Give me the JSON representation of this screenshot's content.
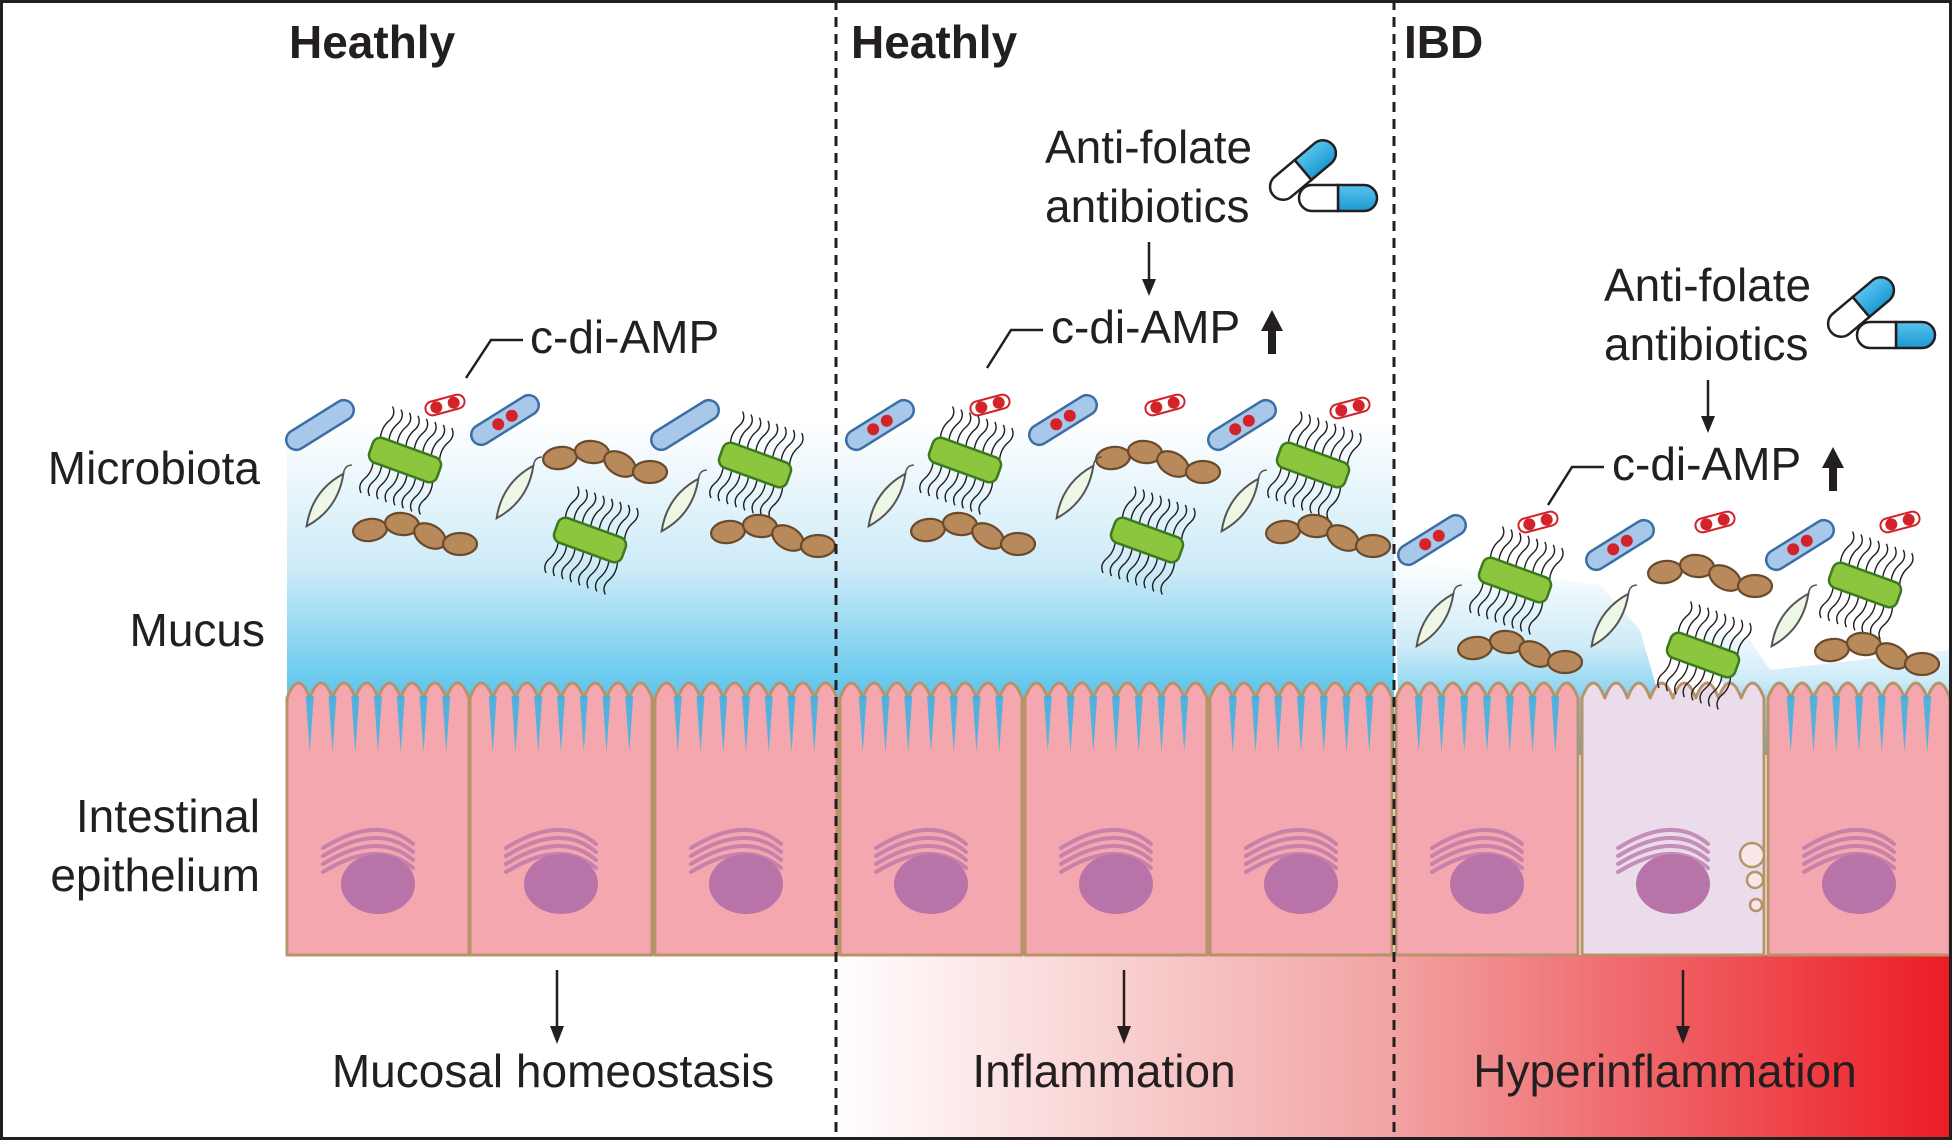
{
  "panels": [
    {
      "title": "Heathly",
      "outcome": "Mucosal homeostasis",
      "signal_label": "c-di-AMP"
    },
    {
      "title": "Heathly",
      "drug_line1": "Anti-folate",
      "drug_line2": "antibiotics",
      "signal_label": "c-di-AMP",
      "outcome": "Inflammation"
    },
    {
      "title": "IBD",
      "drug_line1": "Anti-folate",
      "drug_line2": "antibiotics",
      "signal_label": "c-di-AMP",
      "outcome": "Hyperinflammation"
    }
  ],
  "side_labels": {
    "microbiota": "Microbiota",
    "mucus": "Mucus",
    "epithelium_line1": "Intestinal",
    "epithelium_line2": "epithelium"
  },
  "colors": {
    "mucus_top": "#ffffff",
    "mucus_bottom": "#2bb5e8",
    "cell_fill": "#f4a7ae",
    "cell_border": "#b8936a",
    "nucleus": "#b874a8",
    "damaged_cell": "#eadcea",
    "rod_bacteria": "#a8c8ea",
    "green_bacteria": "#8cc63f",
    "brown_bacteria": "#b8895a",
    "cdiamp_red": "#d2232a",
    "capsule_blue": "#27aae1",
    "inflammation_red": "#ec1c24"
  },
  "icons": [
    "capsule-icon",
    "down-arrow-icon",
    "up-arrow-icon"
  ]
}
